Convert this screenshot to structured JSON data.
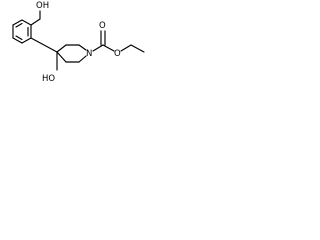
{
  "structure": {
    "labels": {
      "ch2oh_oxygen": "OH",
      "ring_nitrogen": "N",
      "carbonyl_oxygen": "O",
      "ester_oxygen": "O",
      "hydroxyl": "HO"
    },
    "colors": {
      "bond": "#000000",
      "text": "#000000",
      "background": "#ffffff"
    }
  }
}
